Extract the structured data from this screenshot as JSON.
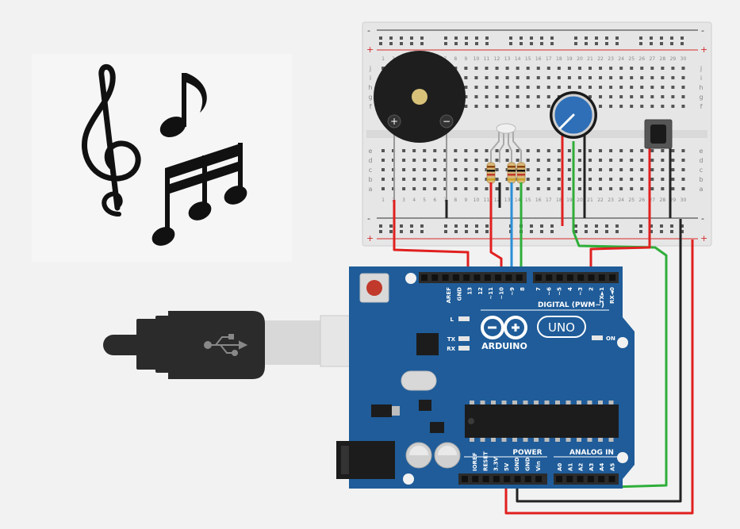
{
  "colors": {
    "background": "#f2f2f2",
    "board": "#1f5c99",
    "board_dark": "#174a7c",
    "header": "#2b2b2b",
    "breadboard": "#e6e6e6",
    "rail_red": "#d52b2b",
    "wire_red": "#e0201f",
    "wire_black": "#222222",
    "wire_green": "#2fae3a",
    "wire_blue": "#2a8fd6",
    "usb_metal": "#d8d8d8",
    "cable": "#2b2b2b"
  },
  "icons": {
    "music": "music-notes-icon",
    "usb": "usb-symbol-icon",
    "arduino_logo": "infinity-logo-icon",
    "reset": "reset-button-icon"
  },
  "breadboard": {
    "rail_top_minus": "-",
    "rail_top_plus": "+",
    "rail_bottom_minus": "-",
    "rail_bottom_plus": "+",
    "row_letters_top": [
      "j",
      "i",
      "h",
      "g",
      "f"
    ],
    "row_letters_bottom": [
      "e",
      "d",
      "c",
      "b",
      "a"
    ],
    "column_numbers": [
      "1",
      "2",
      "3",
      "4",
      "5",
      "6",
      "7",
      "8",
      "9",
      "10",
      "11",
      "12",
      "13",
      "14",
      "15",
      "16",
      "17",
      "18",
      "19",
      "20",
      "21",
      "22",
      "23",
      "24",
      "25",
      "26",
      "27",
      "28",
      "29",
      "30"
    ]
  },
  "buzzer": {
    "plus": "+",
    "minus": "−"
  },
  "arduino": {
    "brand": "ARDUINO",
    "model": "UNO",
    "digital_label": "DIGITAL (PWM~)",
    "power_label": "POWER",
    "analog_label": "ANALOG IN",
    "on_label": "ON",
    "led_l": "L",
    "led_tx": "TX",
    "led_rx": "RX",
    "digital_pins_left": [
      "AREF",
      "GND",
      "13",
      "12",
      "~11",
      "~10",
      "~9",
      "8"
    ],
    "digital_pins_right": [
      "7",
      "~6",
      "~5",
      "4",
      "~3",
      "2",
      "TX►1",
      "RX◄0"
    ],
    "power_pins": [
      "IOREF",
      "RESET",
      "3.3V",
      "5V",
      "GND",
      "GND",
      "Vin"
    ],
    "analog_pins": [
      "A0",
      "A1",
      "A2",
      "A3",
      "A4",
      "A5"
    ]
  }
}
